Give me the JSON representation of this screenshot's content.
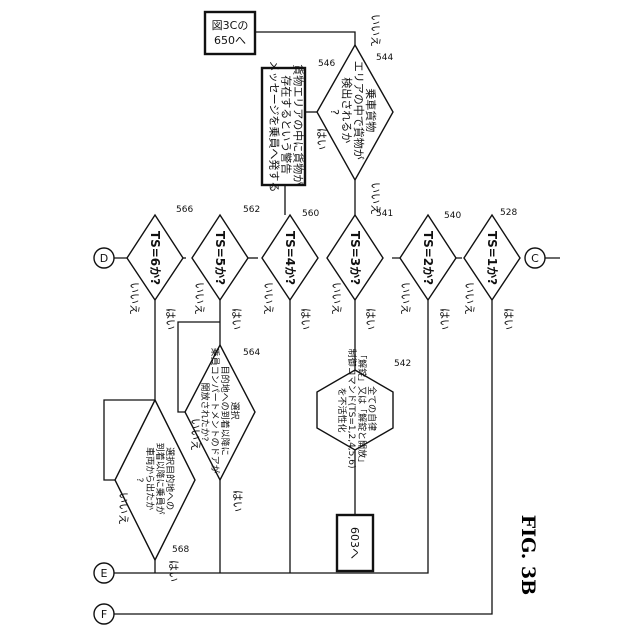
{
  "figure_label": "FIG. 3B",
  "connectors": {
    "c": "C",
    "d": "D",
    "e": "E",
    "f": "F"
  },
  "yes": "はい",
  "no": "いいえ",
  "nodes": {
    "n528": {
      "ref": "528",
      "text": "TS=1か?"
    },
    "n540": {
      "ref": "540",
      "text": "TS=2か?"
    },
    "n541": {
      "ref": "541",
      "text": "TS=3か?"
    },
    "n560": {
      "ref": "560",
      "text": "TS=4か?"
    },
    "n562": {
      "ref": "562",
      "text": "TS=5か?"
    },
    "n566": {
      "ref": "566",
      "text": "TS=6か?"
    },
    "n544": {
      "ref": "544",
      "lines": [
        "乗車貨物",
        "エリアの中で貨物が",
        "検出されるか",
        "?"
      ]
    },
    "n546": {
      "ref": "546",
      "lines": [
        "貨物エリアの中に貨物が",
        "存在するという警告",
        "メッセージを乗員へ発する"
      ]
    },
    "n542": {
      "ref": "542",
      "lines": [
        "全ての自律",
        "「解錠」又は「解錠と開放」",
        "制御コマンド(TS=1,2,4,5,6)",
        "を不活性化"
      ]
    },
    "n564": {
      "ref": "564",
      "lines": [
        "選択",
        "目的地への到着以降に",
        "乗員コンパートメントのドアが",
        "開放されたか?"
      ]
    },
    "n568": {
      "ref": "568",
      "lines": [
        "選択目的地への",
        "到着以降に乗員が",
        "車両から出たか",
        "?"
      ]
    },
    "n650": {
      "lines": [
        "図3Cの",
        "650へ"
      ]
    },
    "n603": {
      "text": "603へ"
    }
  }
}
